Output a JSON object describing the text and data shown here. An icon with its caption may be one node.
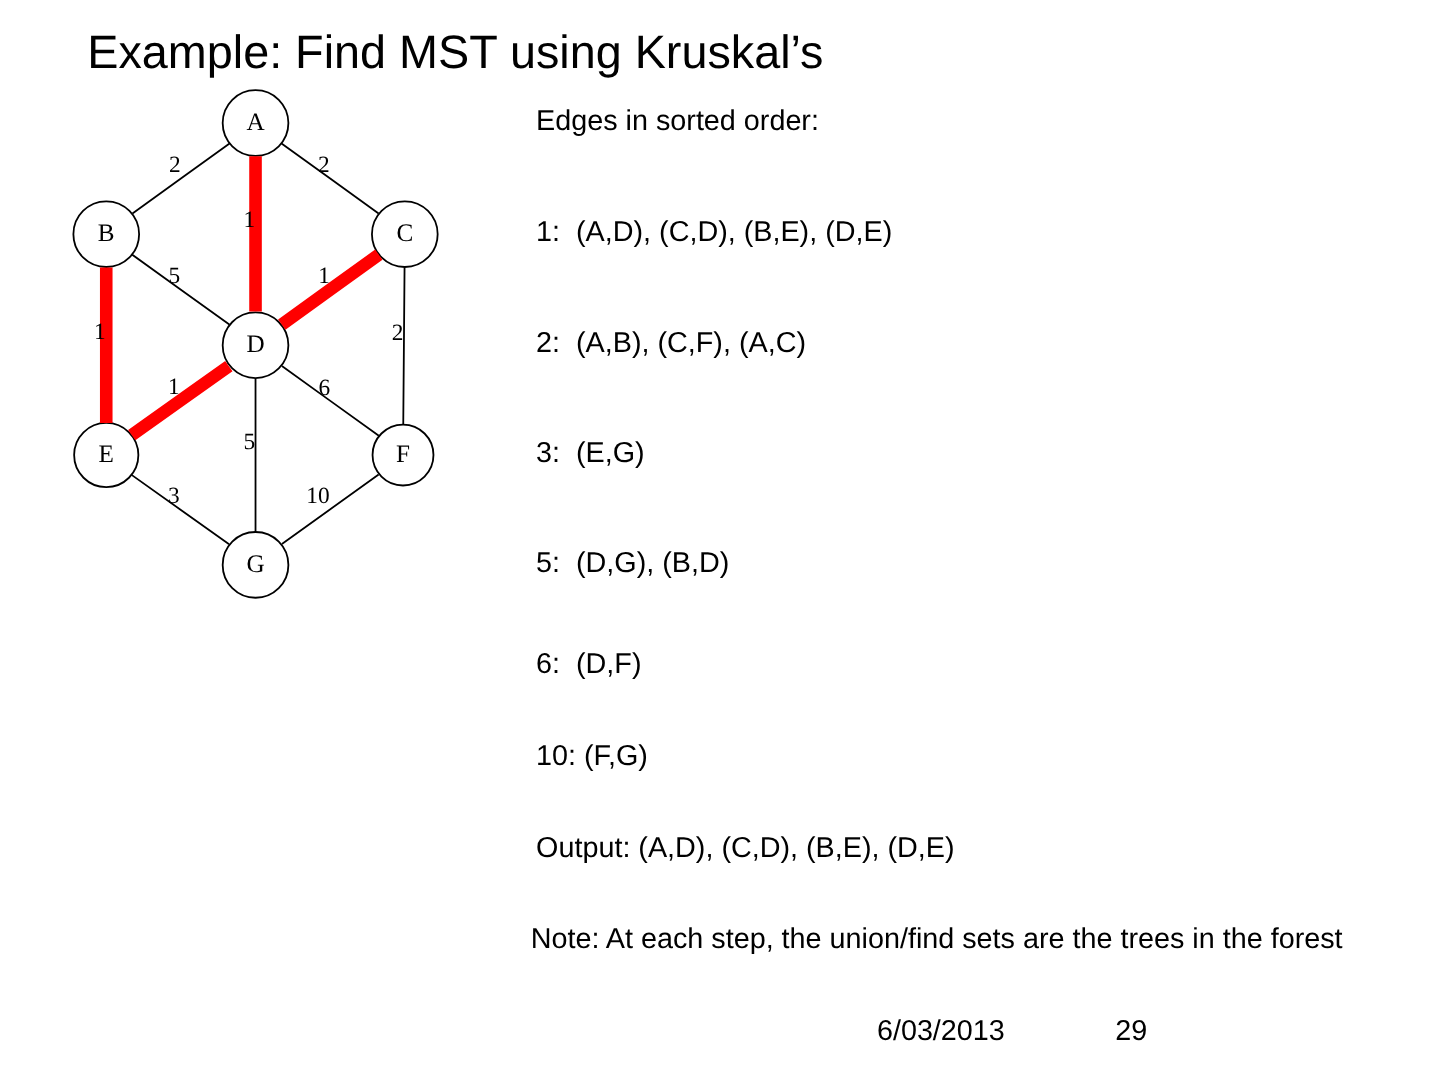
{
  "diagram": {
    "title": "Example: Find MST using Kruskal’s",
    "nodes": [
      {
        "text": [
          "A"
        ]
      },
      {
        "text": [
          "B"
        ]
      },
      {
        "text": [
          "C"
        ]
      },
      {
        "text": [
          "D"
        ]
      },
      {
        "text": [
          "E"
        ]
      },
      {
        "text": [
          "F"
        ]
      },
      {
        "text": [
          "G"
        ]
      }
    ],
    "edges": [
      {
        "from": 0,
        "to": 1,
        "arrow": "none",
        "label": "2"
      },
      {
        "from": 0,
        "to": 2,
        "arrow": "none",
        "label": "2"
      },
      {
        "from": 0,
        "to": 3,
        "arrow": "none",
        "label": "1",
        "style": "thick",
        "color": "#ff0000"
      },
      {
        "from": 1,
        "to": 4,
        "arrow": "none",
        "label": "1",
        "style": "thick",
        "color": "#ff0000"
      },
      {
        "from": 1,
        "to": 3,
        "arrow": "none",
        "label": "5"
      },
      {
        "from": 2,
        "to": 3,
        "arrow": "none",
        "label": "1",
        "style": "thick",
        "color": "#ff0000"
      },
      {
        "from": 3,
        "to": 4,
        "arrow": "none",
        "label": "1",
        "style": "thick",
        "color": "#ff0000"
      },
      {
        "from": 4,
        "to": 6,
        "arrow": "none",
        "label": "3"
      },
      {
        "from": 3,
        "to": 6,
        "arrow": "none",
        "label": "5"
      },
      {
        "from": 2,
        "to": 5,
        "arrow": "none",
        "label": "2"
      },
      {
        "from": 3,
        "to": 5,
        "arrow": "none",
        "label": "6"
      },
      {
        "from": 5,
        "to": 6,
        "arrow": "none",
        "label": "10"
      }
    ],
    "labels": [
      "Edges in sorted order:",
      "1:  (A,D), (C,D), (B,E), (D,E)",
      "2:  (A,B), (C,F), (A,C)",
      "3:  (E,G)",
      "5:  (D,G), (B,D)",
      "6:  (D,F)",
      "10: (F,G)",
      "Output: (A,D), (C,D), (B,E), (D,E)",
      "Note: At each step, the union/find sets are the trees in the forest",
      "6/03/2013",
      "29"
    ]
  }
}
